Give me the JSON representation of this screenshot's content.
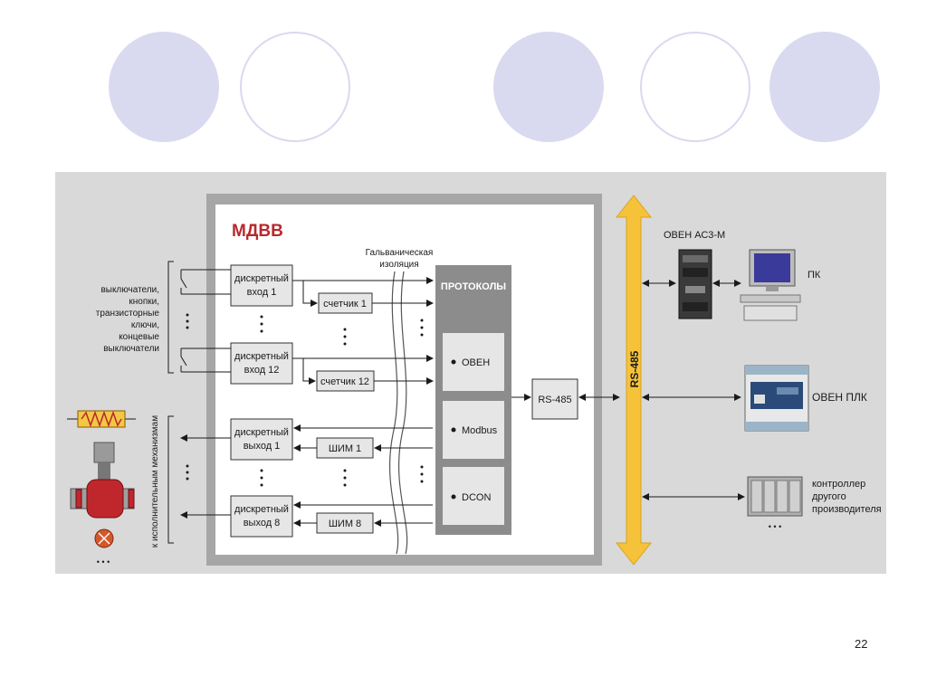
{
  "module_title": "МДВВ",
  "isolation_label": [
    "Гальваническая",
    "изоляция"
  ],
  "protocols": {
    "header": "ПРОТОКОЛЫ",
    "items": [
      "ОВЕН",
      "Modbus",
      "DCON"
    ]
  },
  "inputs": [
    {
      "line1": "дискретный",
      "line2": "вход 1",
      "counter": "счетчик 1"
    },
    {
      "line1": "дискретный",
      "line2": "вход 12",
      "counter": "счетчик 12"
    }
  ],
  "outputs": [
    {
      "line1": "дискретный",
      "line2": "выход 1",
      "pwm": "ШИМ 1"
    },
    {
      "line1": "дискретный",
      "line2": "выход 8",
      "pwm": "ШИМ 8"
    }
  ],
  "input_devices_label": [
    "выключатели,",
    "кнопки,",
    "транзисторные",
    "ключи,",
    "концевые",
    "выключатели"
  ],
  "actuators_label": "к исполнительным механизмам",
  "interface_box": "RS-485",
  "bus_label": "RS-485",
  "devices": {
    "ac3m": "ОВЕН АС3-М",
    "pc": "ПК",
    "plc": "ОВЕН ПЛК",
    "other_controller": [
      "контроллер",
      "другого",
      "производителя"
    ]
  },
  "dots": "• • •",
  "slide_number": "22",
  "colors": {
    "circle_fill": "#d9d9f0",
    "panel_bg": "#d9d9d9",
    "module_border": "#a6a6a6",
    "protocols_bg": "#8c8c8c",
    "protocol_item_bg": "#e6e6e6",
    "bus_fill": "#f5c23a",
    "title_red": "#b8282e",
    "valve_red": "#c0272d"
  }
}
